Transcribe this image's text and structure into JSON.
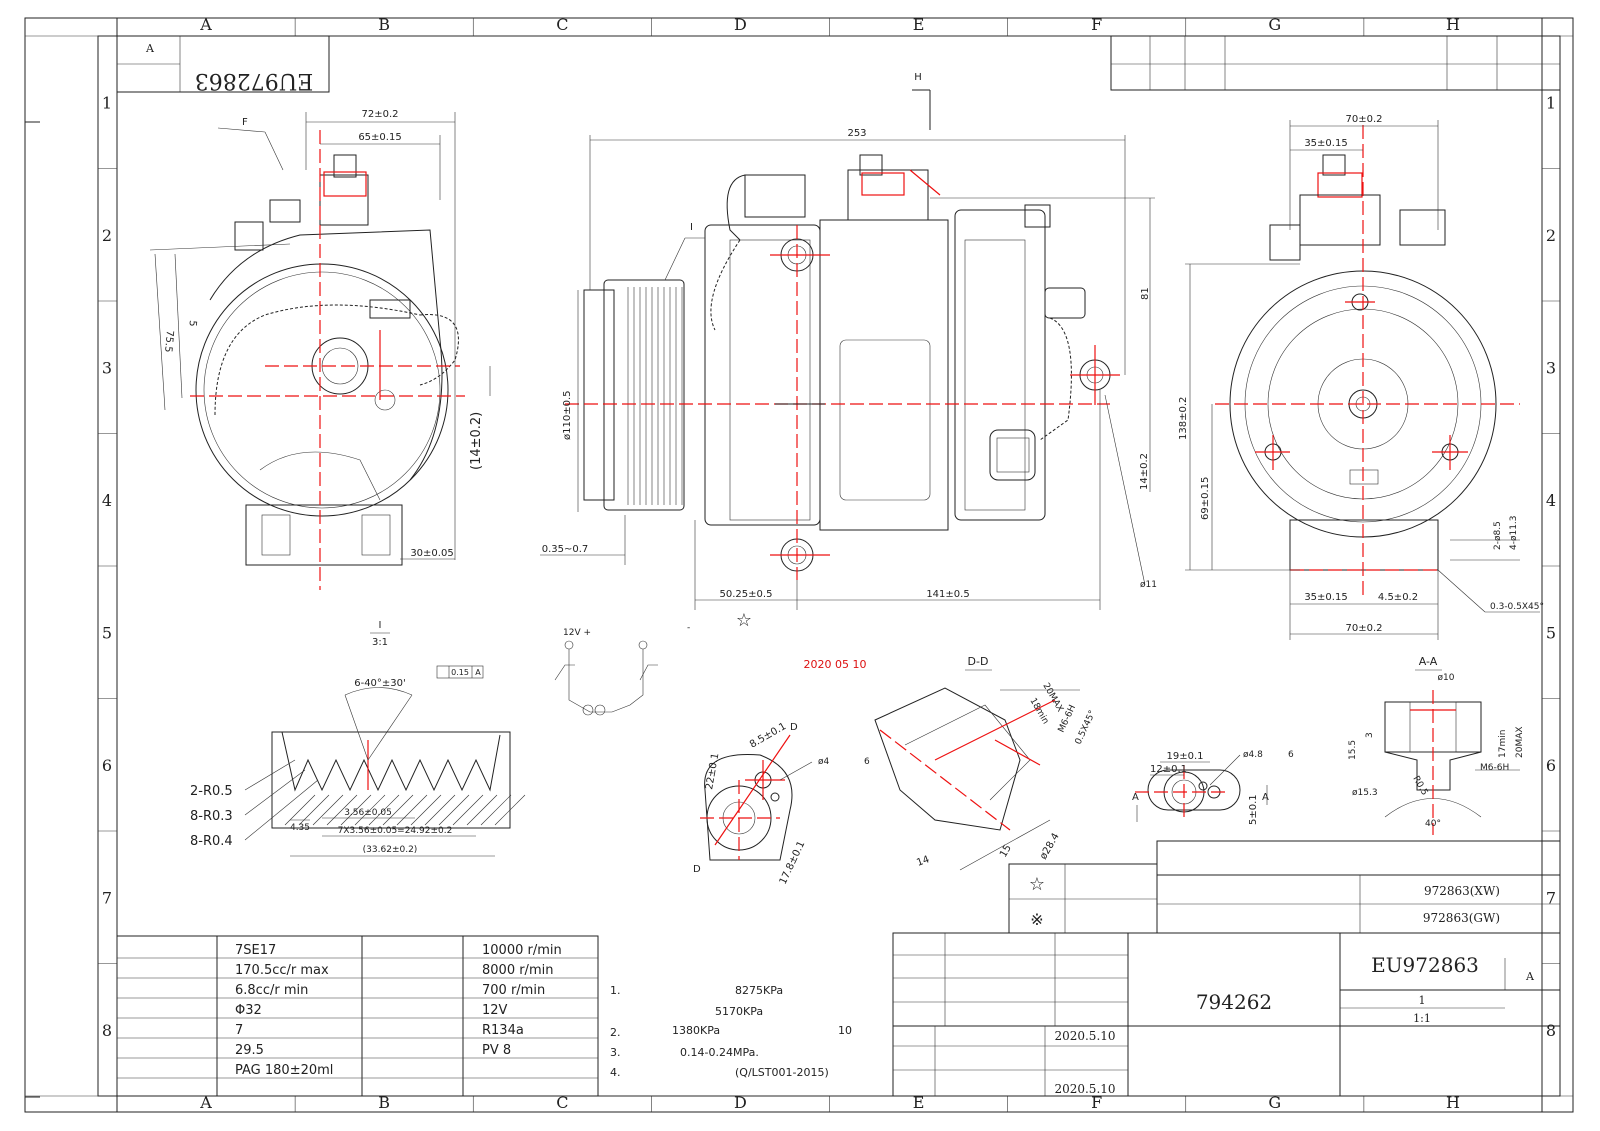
{
  "title_block": {
    "top_left_rev": "A",
    "top_left_code": "EU972863",
    "part_number": "EU972863",
    "rev": "A",
    "drawing_number": "794262",
    "sheet": "1",
    "scale": "1:1",
    "date_1": "2020.5.10",
    "date_2": "2020.5.10",
    "stamp_date": "2020  05  10",
    "variant_1": "972863(XW)",
    "variant_2": "972863(GW)",
    "star_symbol": "☆",
    "ref_symbol": "※"
  },
  "grid": {
    "columns": [
      "A",
      "B",
      "C",
      "D",
      "E",
      "F",
      "G",
      "H"
    ],
    "rows": [
      "1",
      "2",
      "3",
      "4",
      "5",
      "6",
      "7",
      "8"
    ]
  },
  "spec_table": {
    "left": [
      "7SE17",
      "170.5cc/r max",
      "6.8cc/r min",
      "Φ32",
      "7",
      "29.5",
      "PAG 180±20ml"
    ],
    "right": [
      "10000 r/min",
      "8000 r/min",
      "700 r/min",
      "12V",
      "R134a",
      "PV 8"
    ]
  },
  "notes": {
    "n1_label": "1.",
    "n1_a": "8275KPa",
    "n1_b": "5170KPa",
    "n2_label": "2.",
    "n2_a": "1380KPa",
    "n2_b": "10",
    "n3_label": "3.",
    "n3_a": "0.14-0.24MPa.",
    "n4_label": "4.",
    "n4_a": "(Q/LST001-2015)"
  },
  "dims_side": {
    "d72": "72±0.2",
    "d65": "65±0.15",
    "d75": "75.5",
    "d14p": "(14±0.2)",
    "d30": "30±0.05",
    "label_f": "F",
    "label_5": "5"
  },
  "dims_front": {
    "d253": "253",
    "d81": "81",
    "d110": "ø110±0.5",
    "d14": "14±0.2",
    "d035": "0.35~0.7",
    "d50": "50.25±0.5",
    "d141": "141±0.5",
    "d11": "ø11",
    "label_h": "H",
    "label_i": "I"
  },
  "dims_right": {
    "d70t": "70±0.2",
    "d35t": "35±0.15",
    "d138": "138±0.2",
    "d69": "69±0.15",
    "d85": "2-ø8.5",
    "d113": "4-ø11.3",
    "d35b": "35±0.15",
    "d45": "4.5±0.2",
    "d70b": "70±0.2",
    "d03": "0.3-0.5X45°"
  },
  "detail_i": {
    "title": "I",
    "scale": "3:1",
    "angle": "6-40°±30'",
    "tol": "0.15",
    "datum": "A",
    "r05": "2-R0.5",
    "r03": "8-R0.3",
    "r04": "8-R0.4",
    "d435": "4.35",
    "d356": "3.56±0.05",
    "d7x": "7X3.56±0.05=24.92±0.2",
    "d3362": "(33.62±0.2)"
  },
  "wiring": {
    "v12": "12V +"
  },
  "flange": {
    "d85": "8.5±0.1",
    "d22": "22±0.1",
    "d178": "17.8±0.1",
    "d4": "ø4",
    "n6": "6",
    "d_label": "D"
  },
  "section_dd": {
    "title": "D-D",
    "d20": "20MAX",
    "d18": "18min",
    "m6": "M6-6H",
    "c05": "0.5X45°",
    "d14": "14",
    "d284": "ø28.4",
    "d15": "15"
  },
  "port_a": {
    "d19": "19±0.1",
    "d12": "12±0.1",
    "d48": "ø4.8",
    "n6": "6",
    "d5": "5±0.1",
    "a": "A"
  },
  "section_aa": {
    "title": "A-A",
    "d10": "ø10",
    "d155": "15.5",
    "d3": "3",
    "d17": "17min",
    "d20": "20MAX",
    "m6": "M6-6H",
    "r05": "R0.5",
    "d153": "ø15.3",
    "a40": "40°"
  }
}
